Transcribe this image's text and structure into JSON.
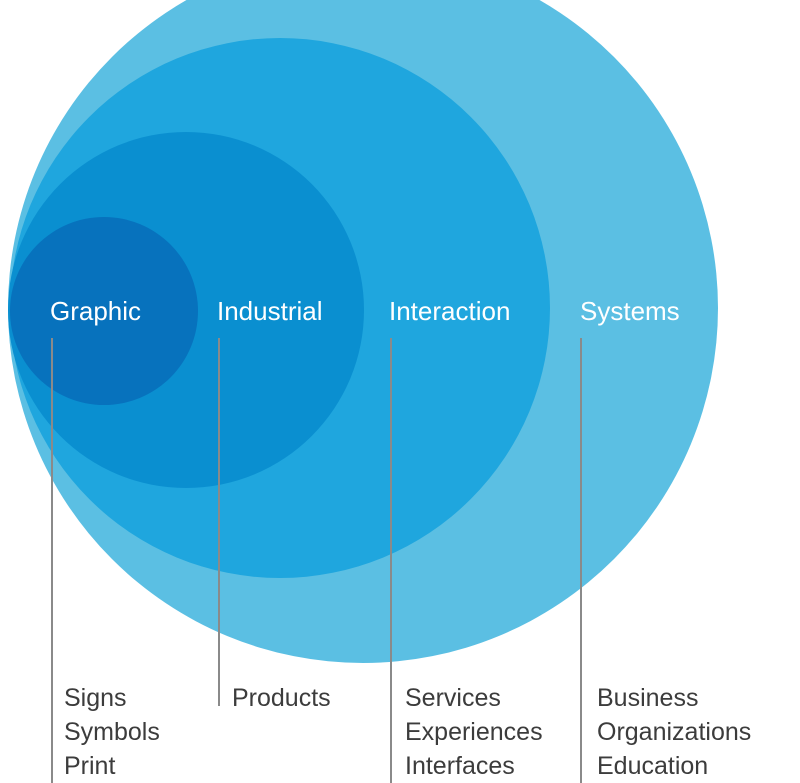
{
  "circles": [
    {
      "label": "Systems",
      "color": "#5bbfe3"
    },
    {
      "label": "Interaction",
      "color": "#1fa6de"
    },
    {
      "label": "Industrial",
      "color": "#0a8fd0"
    },
    {
      "label": "Graphic",
      "color": "#0772bd"
    }
  ],
  "columns": [
    {
      "items": [
        "Signs",
        "Symbols",
        "Print"
      ]
    },
    {
      "items": [
        "Products"
      ]
    },
    {
      "items": [
        "Services",
        "Experiences",
        "Interfaces"
      ]
    },
    {
      "items": [
        "Business",
        "Organizations",
        "Education"
      ]
    }
  ],
  "colors": {
    "leader_line": "#8a8a8a",
    "text_dark": "#3c3c3c",
    "label_text": "#ffffff"
  }
}
